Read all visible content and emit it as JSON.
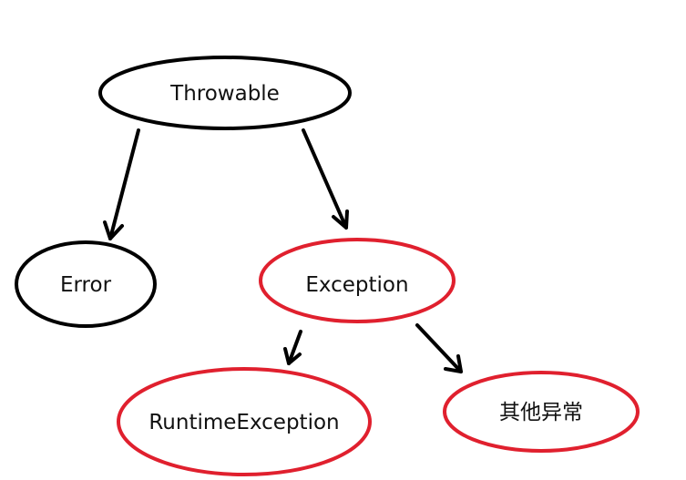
{
  "diagram": {
    "nodes": [
      {
        "id": "throwable",
        "label": "Throwable",
        "color": "#000000"
      },
      {
        "id": "error",
        "label": "Error",
        "color": "#000000"
      },
      {
        "id": "exception",
        "label": "Exception",
        "color": "#e0202e"
      },
      {
        "id": "runtime",
        "label": "RuntimeException",
        "color": "#e0202e"
      },
      {
        "id": "other",
        "label": "其他异常",
        "color": "#e0202e"
      }
    ],
    "edges": [
      {
        "from": "throwable",
        "to": "error"
      },
      {
        "from": "throwable",
        "to": "exception"
      },
      {
        "from": "exception",
        "to": "runtime"
      },
      {
        "from": "exception",
        "to": "other"
      }
    ]
  }
}
